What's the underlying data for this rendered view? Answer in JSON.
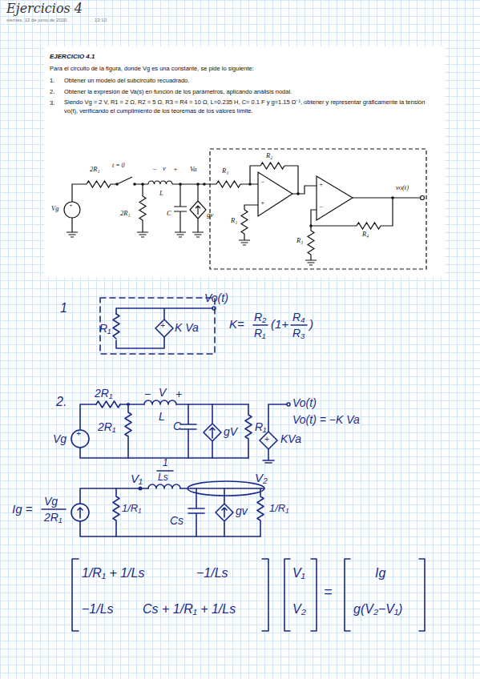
{
  "diagram": {
    "title": "Ejercicios 4",
    "labels": [
      "viernes, 12 de junio de 2020",
      "13:10",
      "EJERCICIO 4.1",
      "Para el circuito de la figura, donde Vg es una constante, se pide lo siguiente:",
      "1.",
      "Obtener un modelo del subcircuito recuadrado.",
      "2.",
      "Obtener la expresión de Va(s) en función de los parámetros, aplicando análisis nodal.",
      "3.",
      "Siendo Vg = 2 V, R1 = 2 Ω, R2 = 5 Ω, R3 = R4 = 10 Ω, L=0.235 H, C= 0.1 F y g=1.15 Ω⁻¹, obtener y representar gráficamente la tensión vo(t), verificando el cumplimiento de los teoremas de los valores límite.",
      "2R₁",
      "t = 0",
      "v",
      "−",
      "+",
      "Va",
      "R₁",
      "R₂",
      "R₄",
      "Vg",
      "+",
      "2R₁",
      "L",
      "C",
      "gv",
      "R₁",
      "R₃",
      "vo(t)",
      "−",
      "+",
      "+",
      "−",
      "1",
      "Vo(t)",
      "R₁",
      "+",
      "K Va",
      "K=",
      "R₂",
      "R₁",
      "(1+",
      "R₄",
      "R₃",
      ")",
      "2.",
      "2R₁",
      "−",
      "V",
      "+",
      "L",
      "Vg",
      "+",
      "2R₁",
      "C",
      "gV",
      "R₁",
      "+",
      "KVa",
      "Vo(t)",
      "Vo(t) = −K Va",
      "Ig =",
      "Vg",
      "2R₁",
      "V₁",
      "1",
      "Ls",
      "V₂",
      "1/R₁",
      "Cs",
      "gv",
      "1/R₁",
      "1/R₁ + 1/Ls",
      "−1/Ls",
      "−1/Ls",
      "Cs + 1/R₁ + 1/Ls",
      "V₁",
      "V₂",
      "=",
      "Ig",
      "g(V₂−V₁)"
    ]
  }
}
